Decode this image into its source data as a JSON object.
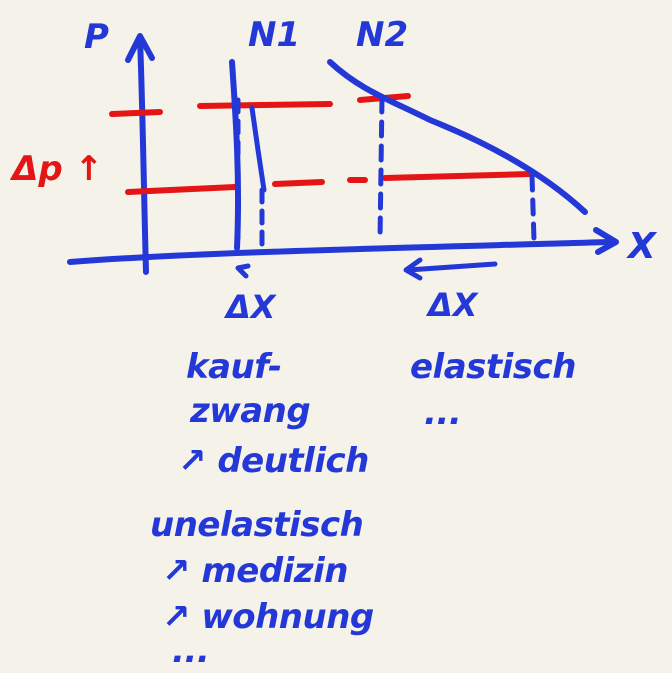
{
  "colors": {
    "background": "#f5f2e9",
    "blue_ink": "#2438d8",
    "red_ink": "#e31515"
  },
  "axes": {
    "y_label": "P",
    "x_label": "X"
  },
  "curves": {
    "n1_label": "N1",
    "n2_label": "N2"
  },
  "price_change_label": "Δp ↑",
  "delta_x": {
    "left": "ΔX",
    "right": "ΔX"
  },
  "notes": {
    "left": [
      "kauf-",
      "zwang",
      "↗ deutlich",
      "unelastisch",
      "↗ medizin",
      "↗ wohnung",
      "..."
    ],
    "right": [
      "elastisch",
      "..."
    ]
  }
}
